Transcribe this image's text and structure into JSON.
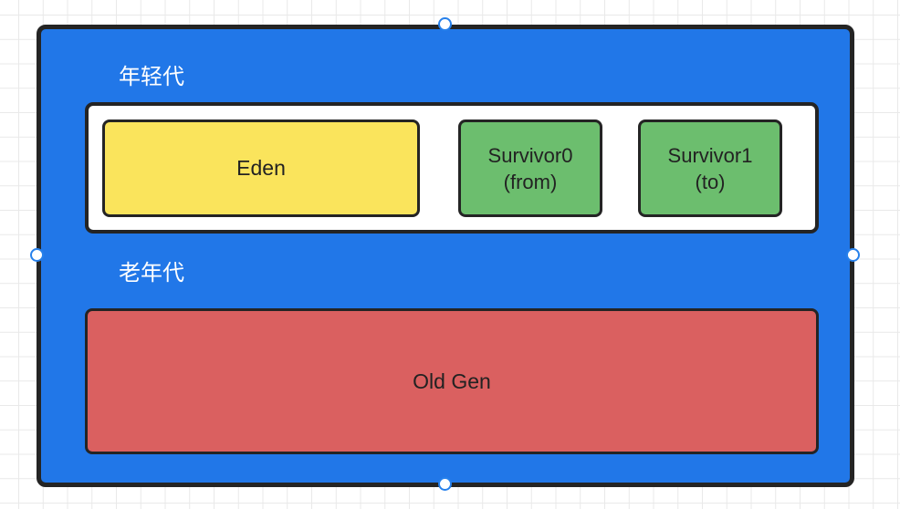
{
  "canvas": {
    "background": "#ffffff",
    "grid_line_color": "#e9e9e9"
  },
  "colors": {
    "shape_border": "#242424",
    "container_blue": "#2177E8",
    "eden_yellow": "#FAE45C",
    "survivor_green": "#6CBE6E",
    "old_gen_red": "#DA6060",
    "region_white": "#ffffff",
    "label_on_blue": "#ffffff",
    "label_on_shape": "#222222",
    "selection_handle_ring": "#2680EB"
  },
  "diagram": {
    "heap_container": {
      "young_gen_label": "年轻代",
      "old_gen_label": "老年代"
    },
    "young_gen": {
      "eden": {
        "label": "Eden"
      },
      "survivor0": {
        "label": "Survivor0",
        "sublabel": "(from)"
      },
      "survivor1": {
        "label": "Survivor1",
        "sublabel": "(to)"
      }
    },
    "old_gen": {
      "label": "Old Gen"
    }
  },
  "selection": {
    "selected_shape": "heap-container",
    "handles": [
      "top",
      "left",
      "right",
      "bottom"
    ]
  }
}
